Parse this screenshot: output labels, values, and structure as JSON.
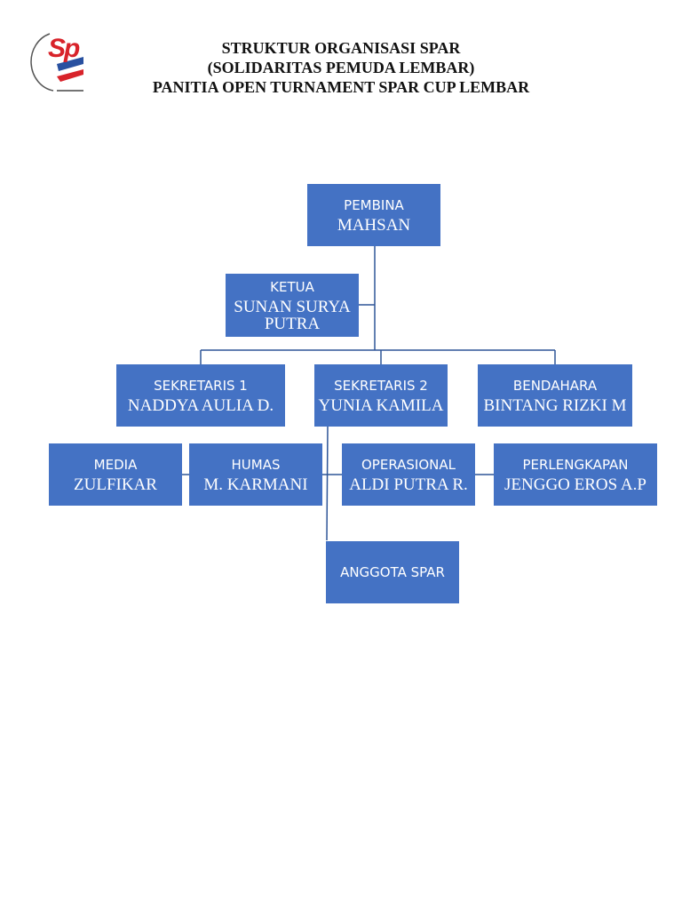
{
  "header": {
    "title_line_1": "STRUKTUR ORGANISASI SPAR",
    "title_line_2": "(SOLIDARITAS PEMUDA LEMBAR)",
    "title_line_3": "PANITIA OPEN TURNAMENT SPAR CUP LEMBAR",
    "logo_text": "Sp"
  },
  "colors": {
    "box_fill": "#4472c4",
    "connector": "#2e5597",
    "logo_red": "#d8232a"
  },
  "nodes": {
    "pembina": {
      "role": "PEMBINA",
      "name": "MAHSAN"
    },
    "ketua": {
      "role": "KETUA",
      "name": "SUNAN SURYA PUTRA"
    },
    "sekretaris1": {
      "role": "SEKRETARIS 1",
      "name": "NADDYA AULIA D."
    },
    "sekretaris2": {
      "role": "SEKRETARIS 2",
      "name": "YUNIA KAMILA"
    },
    "bendahara": {
      "role": "BENDAHARA",
      "name": "BINTANG RIZKI M"
    },
    "media": {
      "role": "MEDIA",
      "name": "ZULFIKAR"
    },
    "humas": {
      "role": "HUMAS",
      "name": "M. KARMANI"
    },
    "operasional": {
      "role": "OPERASIONAL",
      "name": "ALDI PUTRA R."
    },
    "perlengkapan": {
      "role": "PERLENGKAPAN",
      "name": "JENGGO EROS A.P"
    },
    "anggota": {
      "role": "ANGGOTA SPAR"
    }
  }
}
